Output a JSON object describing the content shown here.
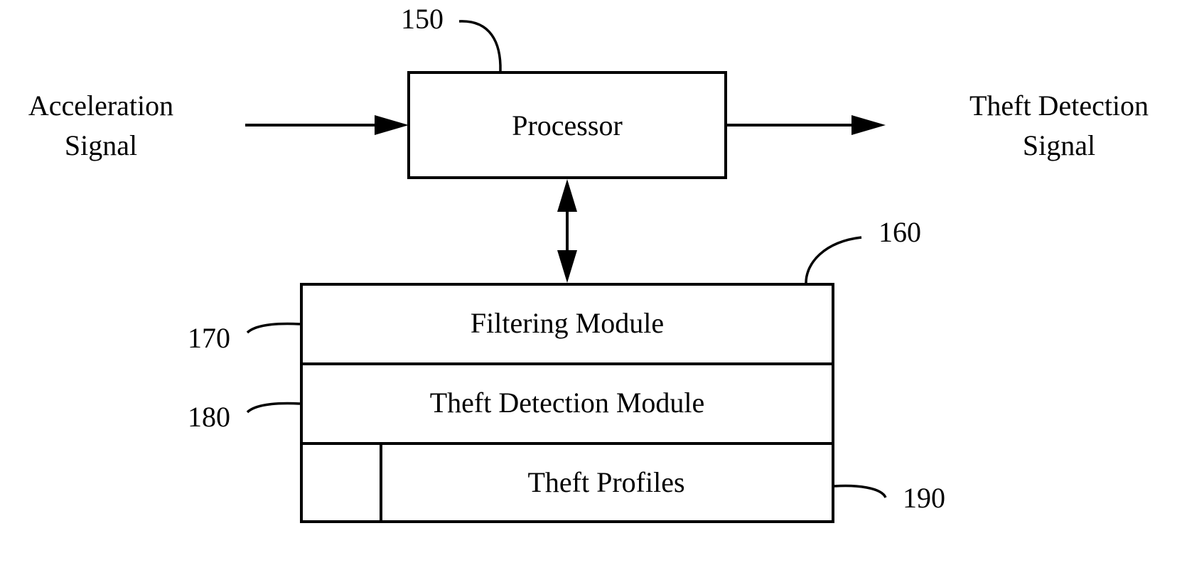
{
  "inputs": {
    "acceleration_signal": [
      "Acceleration",
      "Signal"
    ]
  },
  "outputs": {
    "theft_detection_signal": [
      "Theft Detection",
      "Signal"
    ]
  },
  "processor": {
    "label": "Processor",
    "ref": "150"
  },
  "memory": {
    "ref": "160",
    "modules": [
      {
        "label": "Filtering Module",
        "ref": "170"
      },
      {
        "label": "Theft Detection Module",
        "ref": "180"
      },
      {
        "label": "Theft Profiles",
        "ref": "190"
      }
    ]
  }
}
